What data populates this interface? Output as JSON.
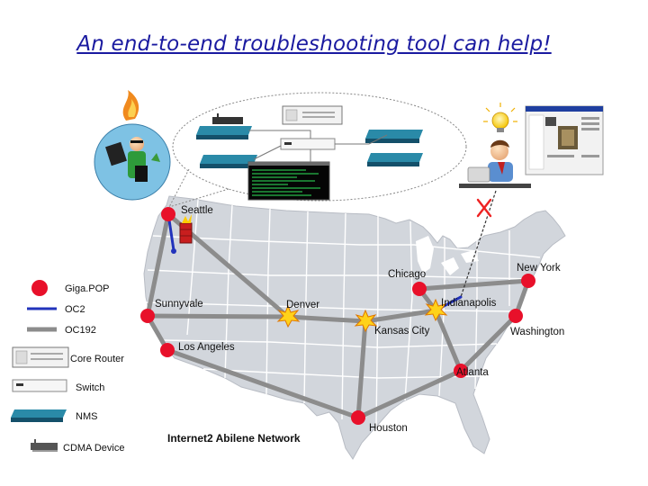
{
  "title": "An end-to-end troubleshooting tool can help!",
  "network_label": "Internet2 Abilene Network",
  "cities": [
    {
      "id": "seattle",
      "label": "Seattle"
    },
    {
      "id": "sunnyvale",
      "label": "Sunnyvale"
    },
    {
      "id": "los-angeles",
      "label": "Los Angeles"
    },
    {
      "id": "denver",
      "label": "Denver"
    },
    {
      "id": "kansas-city",
      "label": "Kansas City"
    },
    {
      "id": "houston",
      "label": "Houston"
    },
    {
      "id": "chicago",
      "label": "Chicago"
    },
    {
      "id": "indianapolis",
      "label": "Indianapolis"
    },
    {
      "id": "atlanta",
      "label": "Atlanta"
    },
    {
      "id": "new-york",
      "label": "New York"
    },
    {
      "id": "washington",
      "label": "Washington"
    }
  ],
  "legend": [
    {
      "icon": "gigapop-dot",
      "label": "Giga.POP"
    },
    {
      "icon": "oc2-line",
      "label": "OC2"
    },
    {
      "icon": "oc192-line",
      "label": "OC192"
    },
    {
      "icon": "core-router-icon",
      "label": "Core Router"
    },
    {
      "icon": "switch-icon",
      "label": "Switch"
    },
    {
      "icon": "nms-icon",
      "label": "NMS"
    },
    {
      "icon": "cdma-device-icon",
      "label": "CDMA Device"
    }
  ],
  "colors": {
    "title": "#1a1aa0",
    "map_fill": "#d2d6dc",
    "state_lines": "#ffffff",
    "backbone": "#8c8c8c",
    "oc2": "#2233bb",
    "gigapop": "#e8102a",
    "fault_x": "#ee2222"
  }
}
